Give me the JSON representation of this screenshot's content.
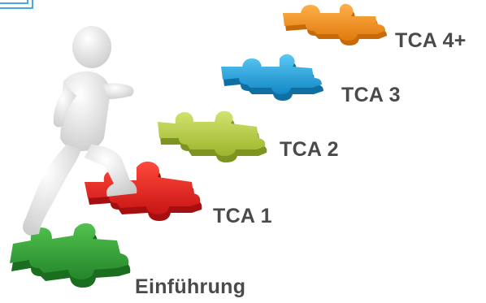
{
  "labels": {
    "tca4": "TCA 4+",
    "tca3": "TCA 3",
    "tca2": "TCA 2",
    "tca1": "TCA 1",
    "intro": "Einführung"
  },
  "colors": {
    "tca4_piece": "#ef8a17",
    "tca3_piece": "#1a9ddb",
    "tca2_piece": "#a7c035",
    "tca1_piece": "#e21b1b",
    "intro_piece": "#2e9b2e",
    "figure": "#e6e6e6",
    "label_text": "#4a4a4a"
  },
  "icons": {
    "figure": "stick-figure-walking-up-steps",
    "corner": "partial-blue-frame-corner"
  }
}
